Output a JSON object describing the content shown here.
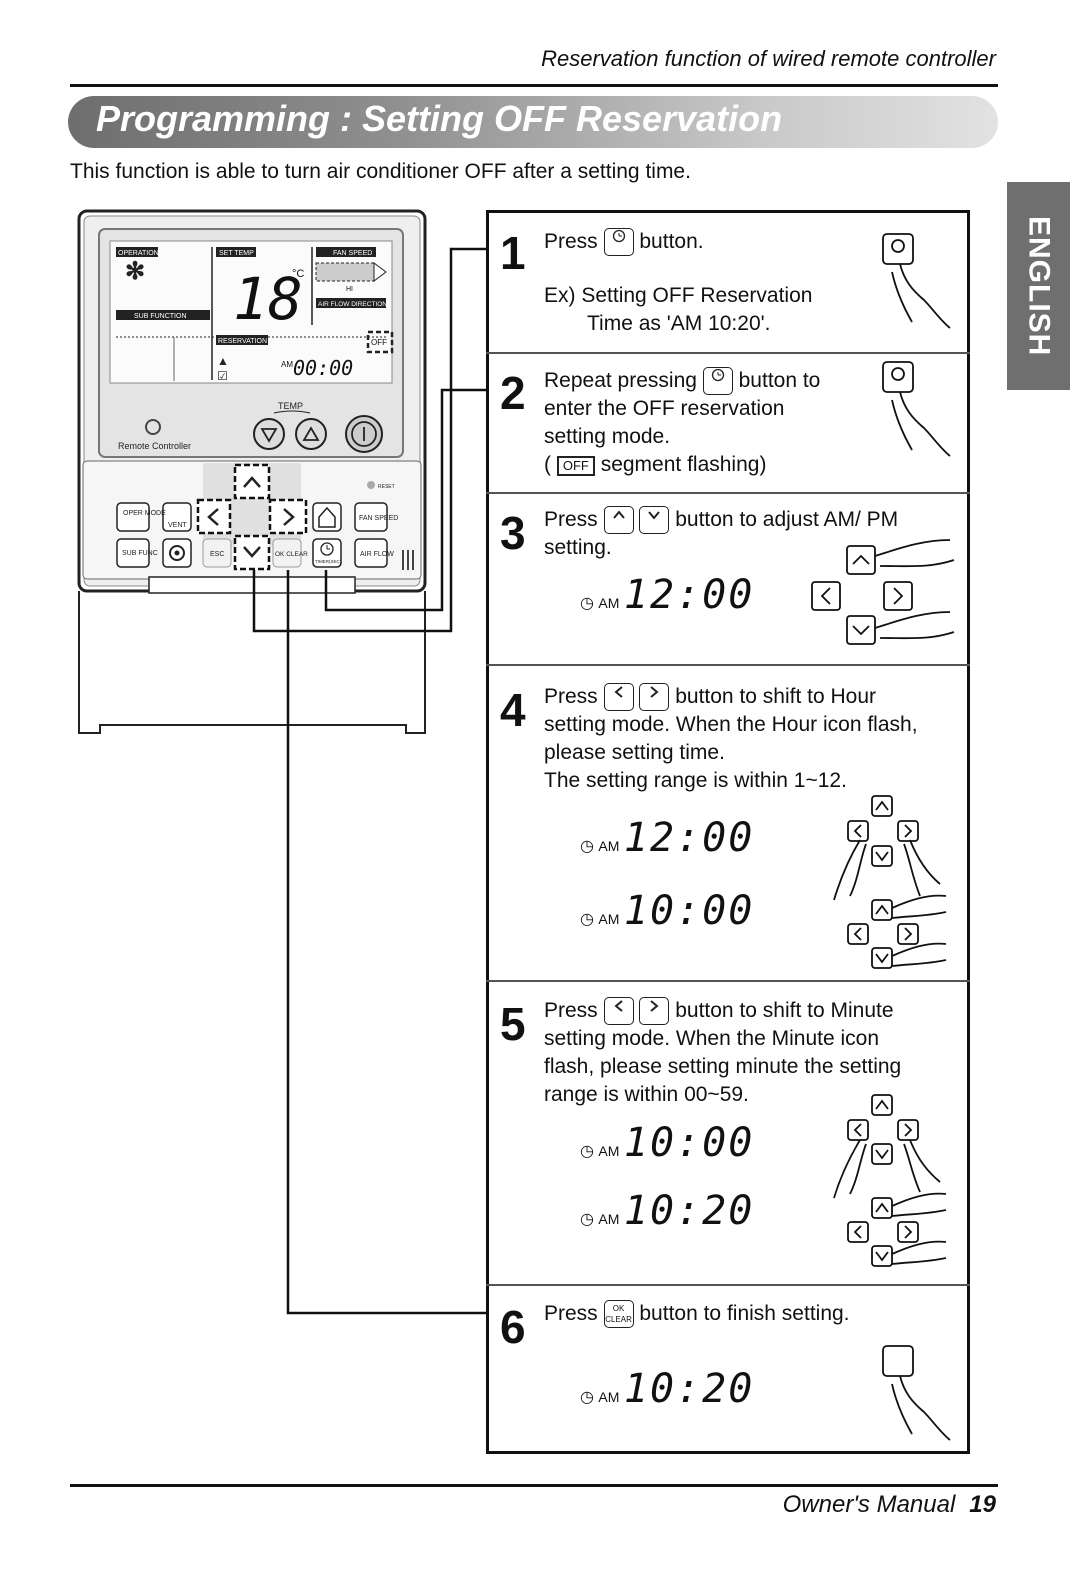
{
  "header": {
    "section": "Reservation function of wired remote controller"
  },
  "title": "Programming : Setting OFF Reservation",
  "intro": "This function is able to turn air conditioner OFF after a setting time.",
  "side_tab": "ENGLISH",
  "controller": {
    "operation": "OPERATION",
    "set_temp": "SET TEMP",
    "fan_speed": "FAN SPEED",
    "temp_value": "18",
    "unit": "°C",
    "hi": "HI",
    "air_flow_direction": "AIR FLOW DIRECTION",
    "sub_function": "SUB FUNCTION",
    "reservation": "RESERVATION",
    "off": "OFF",
    "am": "AM",
    "time": "00:00",
    "temp": "TEMP",
    "remote_controller": "Remote Controller",
    "reset": "RESET",
    "oper_mode": "OPER MODE",
    "vent": "VENT",
    "fan_speed_btn": "FAN SPEED",
    "sub_func": "SUB FUNC",
    "esc": "ESC",
    "ok_clear": "OK CLEAR",
    "air_flow": "AIR FLOW",
    "timer_sec": "TIMER(SEC)"
  },
  "steps": [
    {
      "num": "1",
      "l1a": "Press",
      "l1b": "button.",
      "l2": "Ex) Setting OFF Reservation",
      "l3": "Time as 'AM 10:20'."
    },
    {
      "num": "2",
      "l1a": "Repeat pressing",
      "l1b": "button to",
      "l2": "enter the OFF reservation",
      "l3": "setting mode.",
      "l4a": "(",
      "l4seg": "OFF",
      "l4b": "segment flashing)"
    },
    {
      "num": "3",
      "l1a": "Press",
      "l1b": "button to adjust AM/ PM",
      "l2": "setting.",
      "displays": [
        {
          "am": "AM",
          "time": "12:00"
        }
      ]
    },
    {
      "num": "4",
      "l1a": "Press",
      "l1b": "button to shift to Hour",
      "l2": "setting mode. When the Hour icon flash,",
      "l3": "please setting time.",
      "l4": "The setting range is within 1~12.",
      "displays": [
        {
          "am": "AM",
          "time": "12:00"
        },
        {
          "am": "AM",
          "time": "10:00"
        }
      ]
    },
    {
      "num": "5",
      "l1a": "Press",
      "l1b": "button to shift to Minute",
      "l2": "setting mode. When the Minute icon",
      "l3": "flash, please setting minute the setting",
      "l4": "range is within 00~59.",
      "displays": [
        {
          "am": "AM",
          "time": "10:00"
        },
        {
          "am": "AM",
          "time": "10:20"
        }
      ]
    },
    {
      "num": "6",
      "l1a": "Press",
      "l1b": "button to finish setting.",
      "displays": [
        {
          "am": "AM",
          "time": "10:20"
        }
      ]
    }
  ],
  "footer": {
    "manual": "Owner's Manual",
    "page": "19"
  }
}
